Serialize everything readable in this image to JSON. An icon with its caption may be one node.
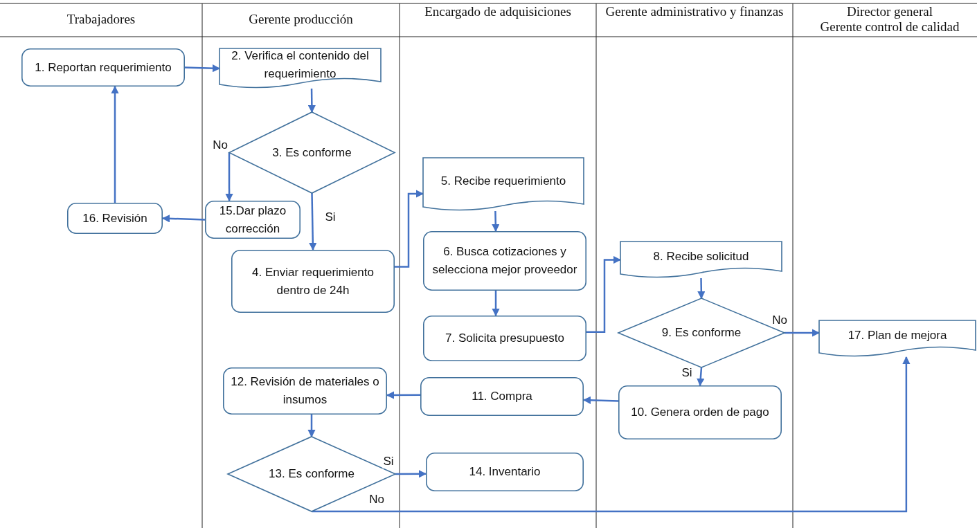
{
  "diagram": {
    "nodes": [
      {
        "text": [
          "1. Reportan requerimiento"
        ]
      },
      {
        "text": [
          "2. Verifica el contenido del requerimiento"
        ]
      },
      {
        "text": [
          "3. Es conforme"
        ]
      },
      {
        "text": [
          "4. Enviar requerimiento dentro de 24h"
        ]
      },
      {
        "text": [
          "5. Recibe requerimiento"
        ]
      },
      {
        "text": [
          "6. Busca cotizaciones y selecciona mejor proveedor"
        ]
      },
      {
        "text": [
          "7. Solicita presupuesto"
        ]
      },
      {
        "text": [
          "8. Recibe solicitud"
        ]
      },
      {
        "text": [
          "9. Es conforme"
        ]
      },
      {
        "text": [
          "10. Genera orden de pago"
        ]
      },
      {
        "text": [
          "11. Compra"
        ]
      },
      {
        "text": [
          "12. Revisión de materiales o insumos"
        ]
      },
      {
        "text": [
          "13. Es conforme"
        ]
      },
      {
        "text": [
          "14. Inventario"
        ]
      },
      {
        "text": [
          "15.Dar plazo corrección"
        ]
      },
      {
        "text": [
          "16. Revisión"
        ]
      },
      {
        "text": [
          "17. Plan de mejora"
        ]
      }
    ],
    "edges": [
      {
        "from": 0,
        "to": 1,
        "arrow": "to"
      },
      {
        "from": 1,
        "to": 2,
        "arrow": "to"
      },
      {
        "from": 2,
        "to": 14,
        "arrow": "to",
        "label": "No"
      },
      {
        "from": 2,
        "to": 3,
        "arrow": "to",
        "label": "Si"
      },
      {
        "from": 14,
        "to": 15,
        "arrow": "to"
      },
      {
        "from": 15,
        "to": 0,
        "arrow": "to"
      },
      {
        "from": 3,
        "to": 4,
        "arrow": "to"
      },
      {
        "from": 4,
        "to": 5,
        "arrow": "to"
      },
      {
        "from": 5,
        "to": 6,
        "arrow": "to"
      },
      {
        "from": 6,
        "to": 7,
        "arrow": "to"
      },
      {
        "from": 7,
        "to": 8,
        "arrow": "to"
      },
      {
        "from": 8,
        "to": 16,
        "arrow": "to",
        "label": "No"
      },
      {
        "from": 8,
        "to": 9,
        "arrow": "to",
        "label": "Si"
      },
      {
        "from": 9,
        "to": 10,
        "arrow": "to"
      },
      {
        "from": 10,
        "to": 11,
        "arrow": "to"
      },
      {
        "from": 11,
        "to": 12,
        "arrow": "to"
      },
      {
        "from": 12,
        "to": 13,
        "arrow": "to",
        "label": "Si"
      },
      {
        "from": 12,
        "to": 16,
        "arrow": "to",
        "label": "No"
      }
    ],
    "labels": [
      "Trabajadores",
      "Gerente producción",
      "Encargado de adquisiciones",
      "Gerente administrativo y finanzas",
      "Director general",
      "Gerente control de calidad"
    ]
  }
}
